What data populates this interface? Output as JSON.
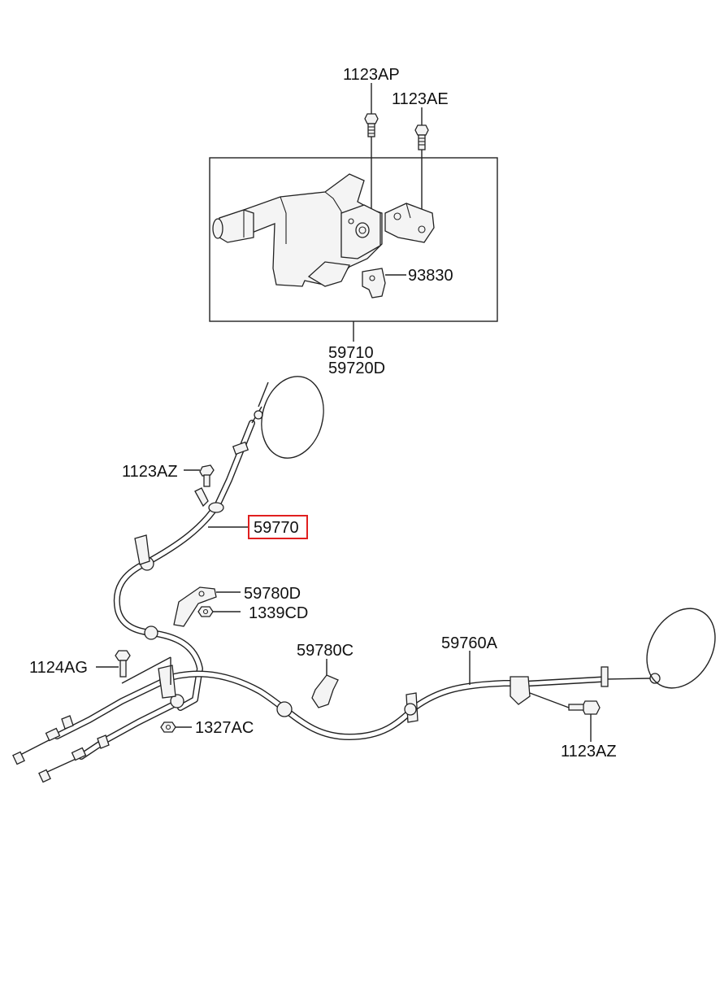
{
  "diagram": {
    "labels": {
      "bolt_top_left": "1123AP",
      "bolt_top_right": "1123AE",
      "bracket_small": "93830",
      "lever_assy_1": "59710",
      "lever_assy_2": "59720D",
      "bolt_front": "1123AZ",
      "front_cable": "59770",
      "bracket_d": "59780D",
      "nut_d": "1339CD",
      "bracket_c": "59780C",
      "rear_cable": "59760A",
      "bolt_side": "1124AG",
      "nut_rear": "1327AC",
      "bolt_rear": "1123AZ"
    },
    "highlighted_part": "59770",
    "highlight_color": "#e01f1f"
  }
}
